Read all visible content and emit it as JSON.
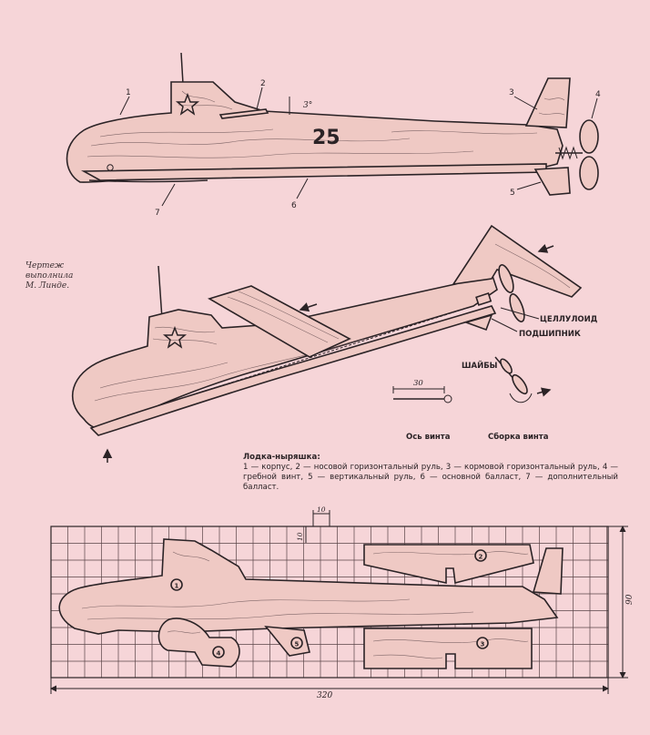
{
  "credit": {
    "line1": "Чертеж",
    "line2": "выполнила",
    "line3": "М. Линде."
  },
  "side_view": {
    "hull_number": "25",
    "angle_label": "3°",
    "callouts": [
      "1",
      "2",
      "3",
      "4",
      "5",
      "6",
      "7"
    ]
  },
  "perspective_view": {
    "labels": {
      "celluloid": "ЦЕЛЛУЛОИД",
      "bearing": "ПОДШИПНИК",
      "washers": "ШАЙБЫ"
    },
    "axis_dim": "30",
    "axis_caption": "Ось винта",
    "assembly_caption": "Сборка винта"
  },
  "caption": {
    "title": "Лодка-ныряшка:",
    "text": "1 — корпус, 2 — носовой горизонтальный руль, 3 — кормовой горизонтальный руль, 4 — гребной винт, 5 — вертикальный руль, 6 — основной балласт, 7 — дополнительный балласт."
  },
  "pattern": {
    "dim_width": "320",
    "dim_height": "90",
    "dim_cell_w": "10",
    "dim_cell_h": "10",
    "part_numbers": [
      "1",
      "2",
      "3",
      "4",
      "5"
    ]
  },
  "colors": {
    "background": "#f6d5d8",
    "wood": "#efc9c4",
    "ink": "#2b2326"
  }
}
